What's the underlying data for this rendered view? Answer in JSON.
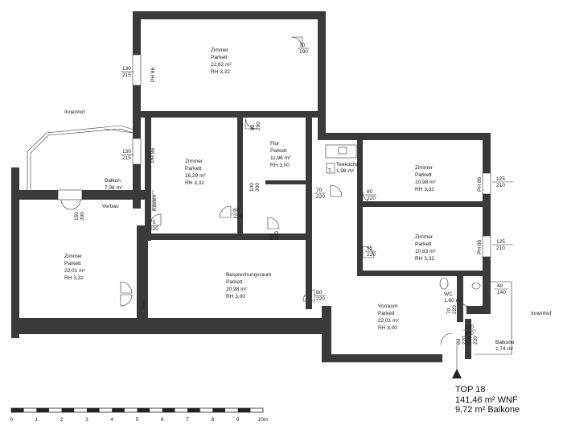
{
  "unit_info": {
    "title": "TOP 18",
    "wnf": "141,46 m² WNF",
    "balcony": "9,72 m² Balkone"
  },
  "courtyard_labels": {
    "left": "Innenhof",
    "right": "Innenhof"
  },
  "rooms": [
    {
      "id": "zimmer-top",
      "name": "Zimmer",
      "floor": "Parkett",
      "area": "22,82 m²",
      "height": "RH 3,32"
    },
    {
      "id": "zimmer-mid",
      "name": "Zimmer",
      "floor": "Parkett",
      "area": "16,29 m²",
      "height": "RH 3,32"
    },
    {
      "id": "flur",
      "name": "Flur",
      "floor": "Parkett",
      "area": "11,96 m²",
      "height": "RH 3,00"
    },
    {
      "id": "zimmer-left",
      "name": "Zimmer",
      "floor": "Parkett",
      "area": "22,01 m²",
      "height": "RH 3,32"
    },
    {
      "id": "besprechungsraum",
      "name": "Besprechungsraum",
      "floor": "Parkett",
      "area": "20,98 m²",
      "height": "RH 3,00"
    },
    {
      "id": "zimmer-right-top",
      "name": "Zimmer",
      "floor": "Parkett",
      "area": "10,98 m²",
      "height": "RH 3,32"
    },
    {
      "id": "zimmer-right-mid",
      "name": "Zimmer",
      "floor": "Parkett",
      "area": "10,83 m²",
      "height": "RH 3,32"
    },
    {
      "id": "vorraum",
      "name": "Vorraum",
      "floor": "Parkett",
      "area": "22,01 m²",
      "height": "RH 3,00"
    }
  ],
  "small_rooms": {
    "balkon_left": {
      "name": "Balkon",
      "area": "7,98 m²"
    },
    "teekueche": {
      "name": "Teeküche",
      "area": "1,98 m²"
    },
    "wc": {
      "name": "WC",
      "area": "1,60 m²"
    },
    "balkon_right": {
      "name": "Balkone",
      "area": "1,74 m²"
    }
  },
  "annotations": {
    "ph86": "PH 86",
    "kasten": "Kästen",
    "verbau": "Verbau",
    "fixed": "Fixteil",
    "t": "T"
  },
  "dims": {
    "d70_190": [
      "70",
      "190"
    ],
    "d130_215a": [
      "130",
      "215"
    ],
    "d130_215b": [
      "130",
      "215"
    ],
    "d80_200": [
      "80",
      "200"
    ],
    "d100_300": [
      "100",
      "300"
    ],
    "d70_220a": [
      "70",
      "220"
    ],
    "d80_220a": [
      "80",
      "220"
    ],
    "d80_220b": [
      "80",
      "220"
    ],
    "d75_220": [
      "75",
      "220"
    ],
    "d150_300": [
      "150",
      "300"
    ],
    "d80_220c": [
      "80",
      "220"
    ],
    "d80_220d": [
      "80",
      "220"
    ],
    "d95_220": [
      "95",
      "220"
    ],
    "d125_210a": [
      "125",
      "210"
    ],
    "d125_210b": [
      "125",
      "210"
    ],
    "d40_140": [
      "40",
      "140"
    ],
    "d70_220b": [
      "70",
      "220"
    ],
    "d130_300": [
      "130",
      "300"
    ],
    "d80_220e": [
      "80",
      "220"
    ],
    "d140_220": [
      "140",
      "220"
    ]
  },
  "scale_bar": {
    "ticks": [
      "0",
      "1",
      "2",
      "3",
      "4",
      "5",
      "6",
      "7",
      "8",
      "9",
      "10m"
    ]
  }
}
